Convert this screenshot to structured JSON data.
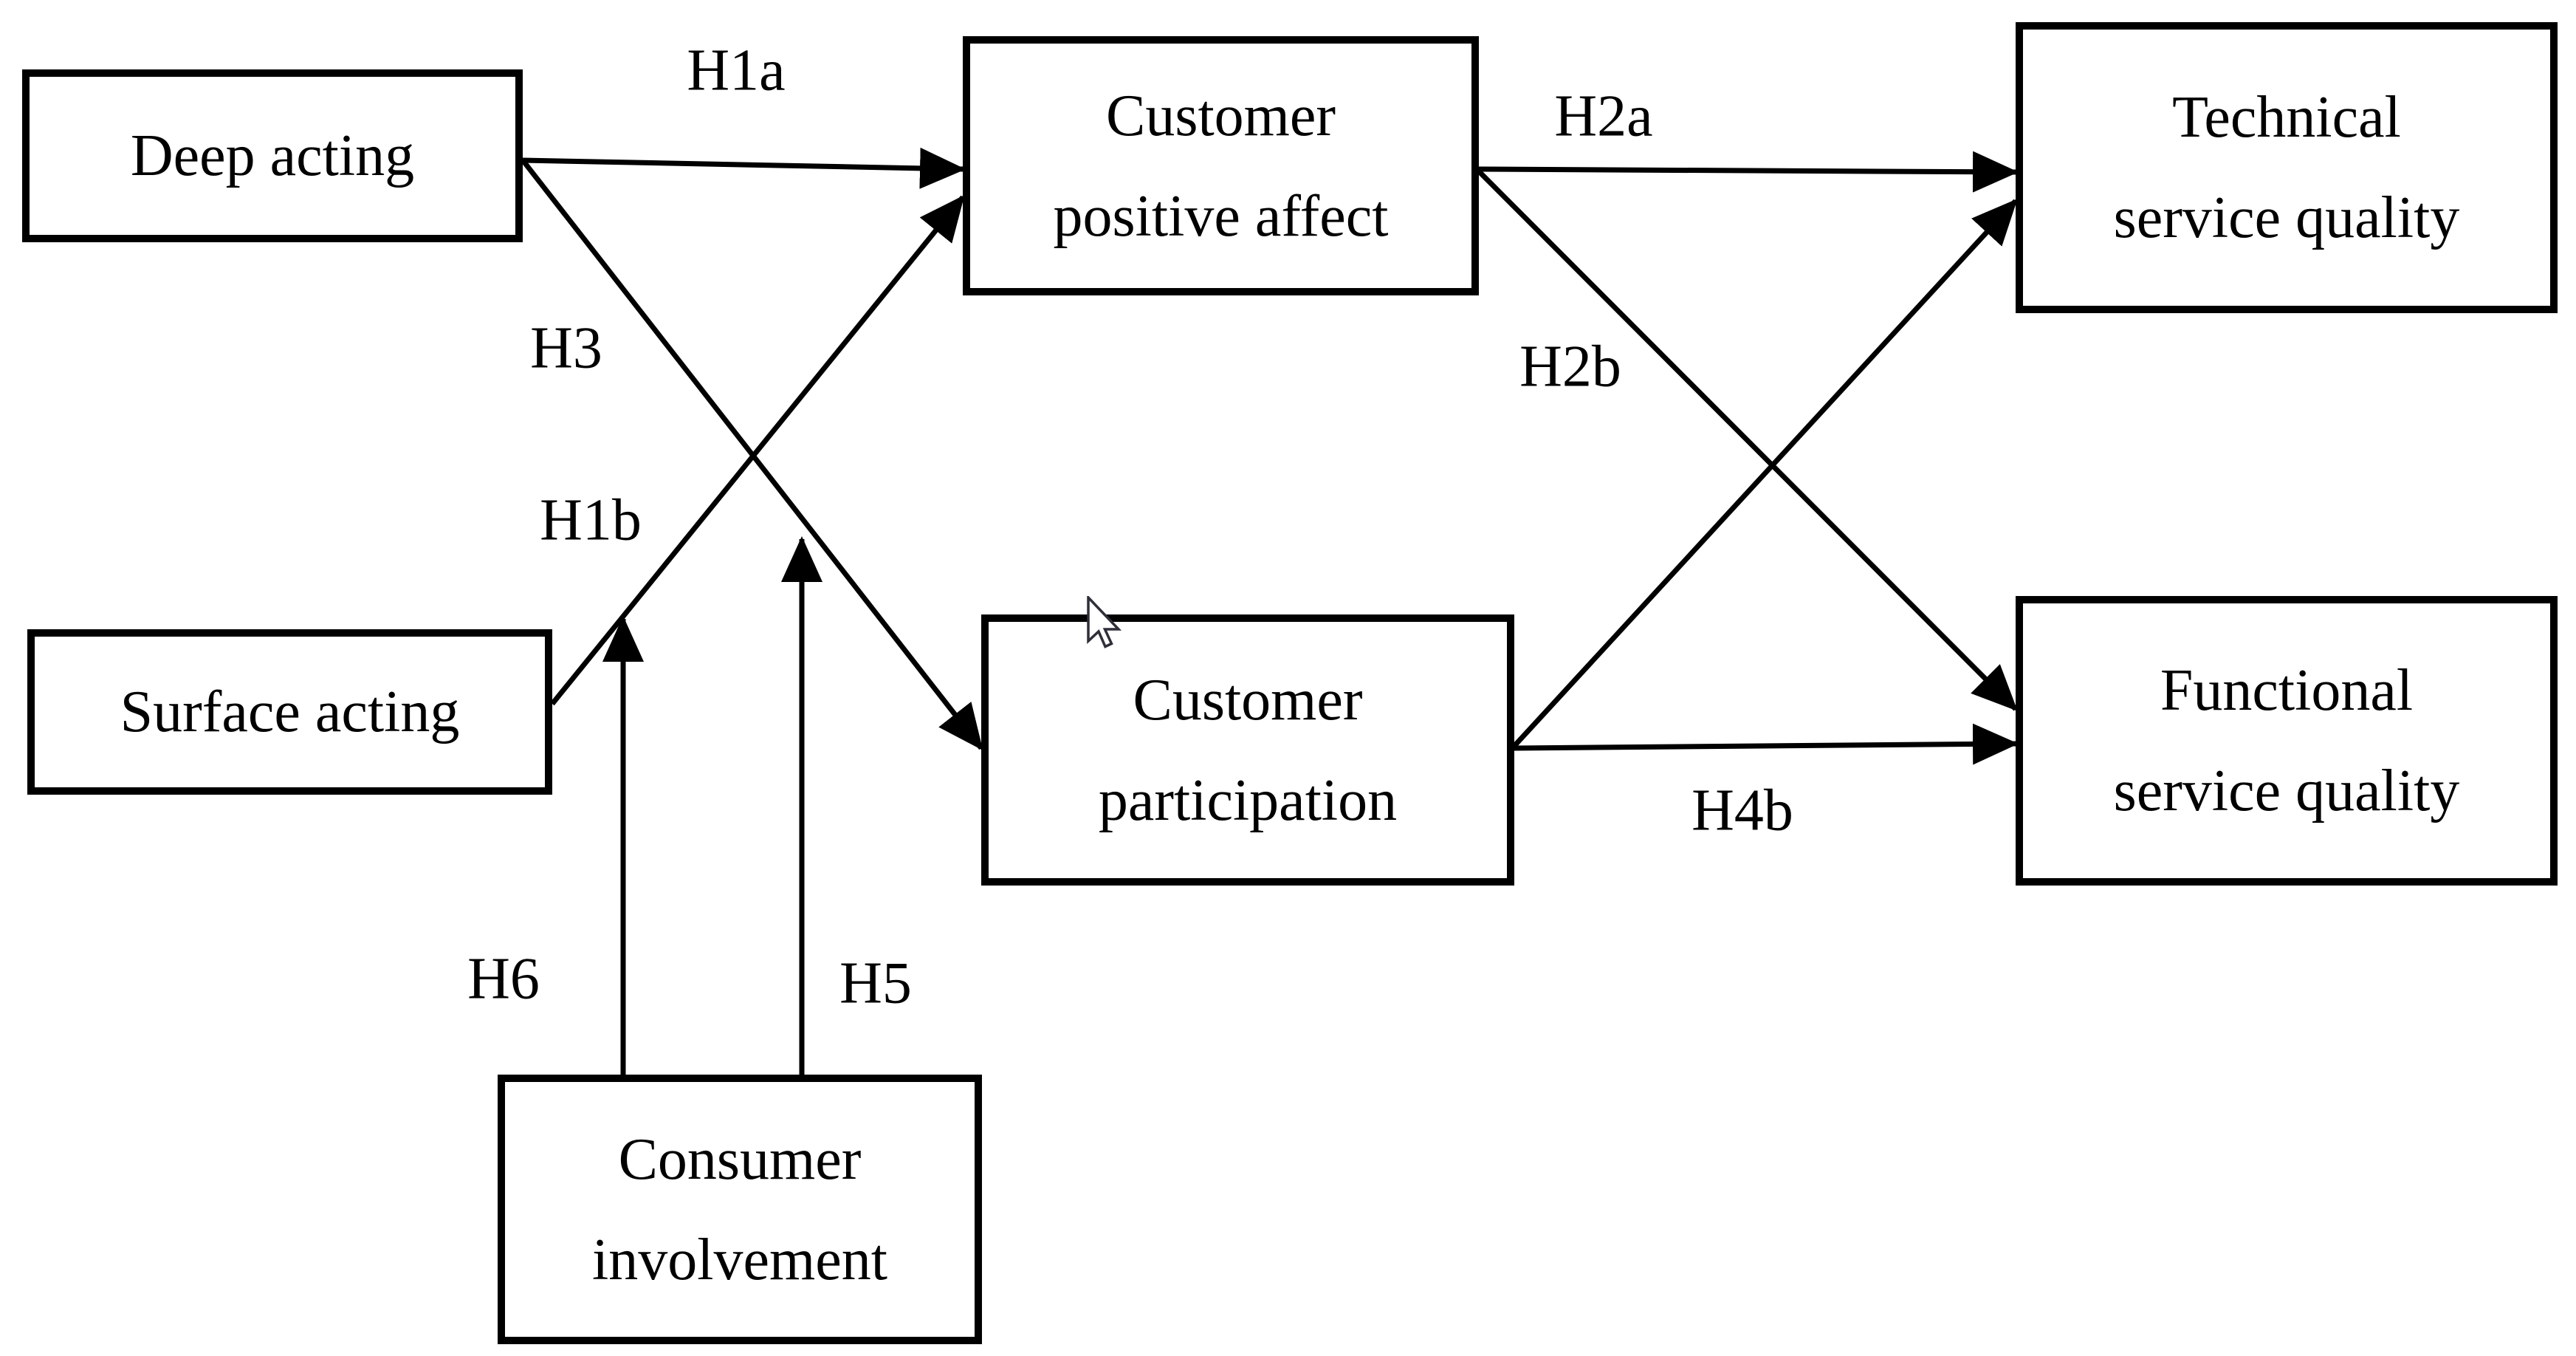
{
  "diagram": {
    "type": "path-model",
    "nodes": {
      "deep_acting": {
        "lines": [
          "Deep acting"
        ]
      },
      "surface_acting": {
        "lines": [
          "Surface acting"
        ]
      },
      "customer_positive_affect": {
        "lines": [
          "Customer",
          "positive affect"
        ]
      },
      "customer_participation": {
        "lines": [
          "Customer",
          "participation"
        ]
      },
      "technical_service_quality": {
        "lines": [
          "Technical",
          "service quality"
        ]
      },
      "functional_service_quality": {
        "lines": [
          "Functional",
          "service quality"
        ]
      },
      "consumer_involvement": {
        "lines": [
          "Consumer",
          "involvement"
        ]
      }
    },
    "edges": {
      "h1a": {
        "label": "H1a",
        "from": "deep_acting",
        "to": "customer_positive_affect"
      },
      "h3": {
        "label": "H3",
        "from": "deep_acting",
        "to": "customer_participation"
      },
      "h1b": {
        "label": "H1b",
        "from": "surface_acting",
        "to": "customer_positive_affect"
      },
      "h2a": {
        "label": "H2a",
        "from": "customer_positive_affect",
        "to": "technical_service_quality"
      },
      "h2b": {
        "label": "H2b",
        "from": "customer_positive_affect",
        "to": "functional_service_quality"
      },
      "participation_to_technical": {
        "label": "",
        "from": "customer_participation",
        "to": "technical_service_quality"
      },
      "h4b": {
        "label": "H4b",
        "from": "customer_participation",
        "to": "functional_service_quality"
      },
      "h6": {
        "label": "H6",
        "from": "consumer_involvement",
        "to": "path_surface_acting_to_customer_positive_affect"
      },
      "h5": {
        "label": "H5",
        "from": "consumer_involvement",
        "to": "path_deep_acting_to_customer_participation"
      }
    }
  },
  "colors": {
    "line": "#000000",
    "background": "#ffffff",
    "cursor_fill": "#ffffff",
    "cursor_outline": "#2f2f3a"
  }
}
